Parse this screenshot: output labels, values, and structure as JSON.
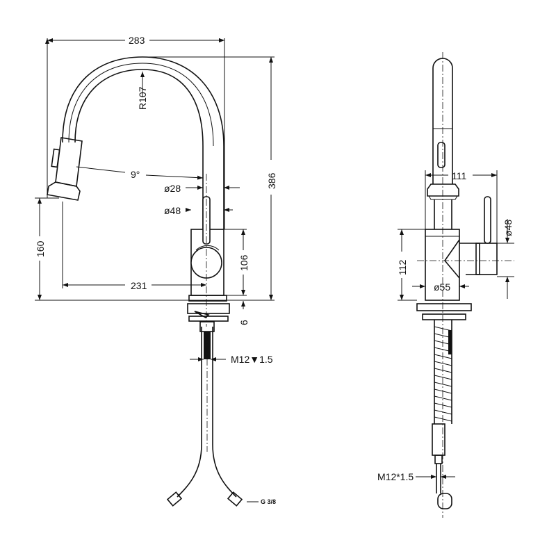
{
  "front_view": {
    "width_dim": "283",
    "radius_dim": "R107",
    "angle_dim": "9°",
    "spout_diameter": "ø28",
    "body_diameter": "ø48",
    "height_dim": "386",
    "spray_height_dim": "160",
    "reach_dim": "231",
    "body_height_dim": "106",
    "base_dim": "6",
    "thread_label": "M12▼1.5",
    "hose_connector_label": "G 3/8"
  },
  "side_view": {
    "depth_dim": "111",
    "handle_diameter": "ø48",
    "body_height_dim": "112",
    "body_diameter": "ø55",
    "thread_label": "M12*1.5"
  }
}
